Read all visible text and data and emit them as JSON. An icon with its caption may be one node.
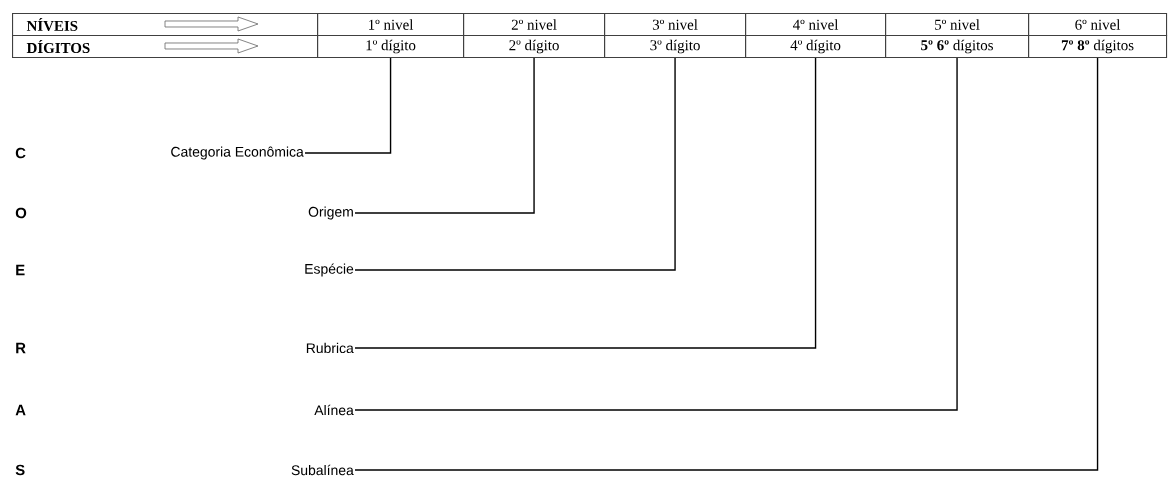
{
  "diagram": {
    "nodes": [
      {
        "text": [
          "1º dígito"
        ]
      },
      {
        "text": [
          "2º dígito"
        ]
      },
      {
        "text": [
          "3º dígito"
        ]
      },
      {
        "text": [
          "4º dígito"
        ]
      },
      {
        "text": [
          "**5º 6º** dígitos"
        ]
      },
      {
        "text": [
          "**7º 8º** dígitos"
        ]
      },
      {
        "text": [
          "Categoria Econômica"
        ]
      },
      {
        "text": [
          "Origem"
        ]
      },
      {
        "text": [
          "Espécie"
        ]
      },
      {
        "text": [
          "Rubrica"
        ]
      },
      {
        "text": [
          "Alínea"
        ]
      },
      {
        "text": [
          "Subalínea"
        ]
      }
    ],
    "edges": [
      {
        "from": 6,
        "to": 0,
        "arrow": "none"
      },
      {
        "from": 7,
        "to": 1,
        "arrow": "none"
      },
      {
        "from": 8,
        "to": 2,
        "arrow": "none"
      },
      {
        "from": 9,
        "to": 3,
        "arrow": "none"
      },
      {
        "from": 10,
        "to": 4,
        "arrow": "none"
      },
      {
        "from": 11,
        "to": 5,
        "arrow": "none"
      }
    ],
    "labels": [
      "NÍVEIS",
      "1º nivel",
      "2º nivel",
      "3º nivel",
      "4º nivel",
      "5º nivel",
      "6º nivel",
      "DÍGITOS",
      "C",
      "O",
      "E",
      "R",
      "A",
      "S"
    ]
  }
}
